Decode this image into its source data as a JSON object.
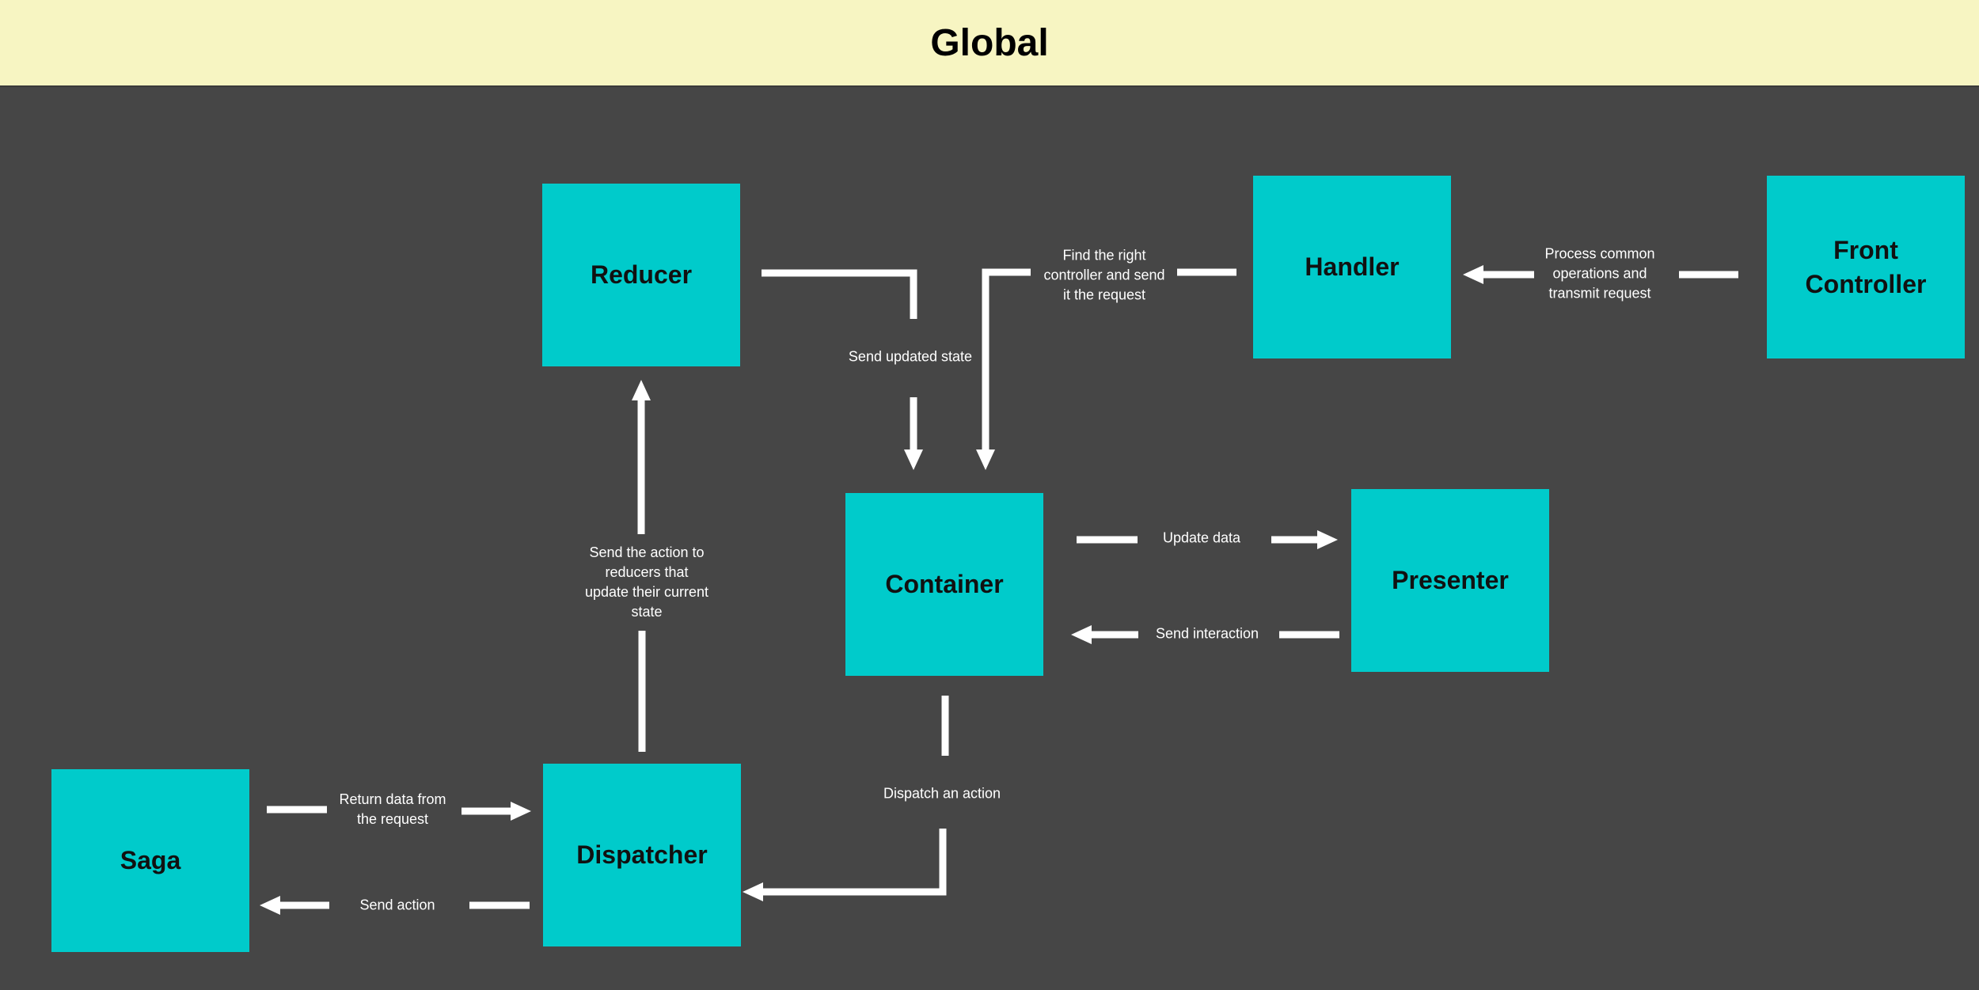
{
  "header": {
    "title": "Global"
  },
  "colors": {
    "background": "#464646",
    "header_background": "#f7f5c2",
    "node_fill": "#00cbcb",
    "node_text": "#111111",
    "arrow": "#ffffff",
    "label_text": "#ffffff"
  },
  "nodes": {
    "reducer": "Reducer",
    "handler": "Handler",
    "front_controller": [
      "Front",
      "Controller"
    ],
    "container": "Container",
    "presenter": "Presenter",
    "saga": "Saga",
    "dispatcher": "Dispatcher"
  },
  "edge_labels": {
    "front_to_handler": "Process common\noperations and\ntransmit request",
    "handler_to_container": "Find the right\ncontroller and send\nit the request",
    "reducer_to_container": "Send updated state",
    "dispatcher_to_reducer": "Send the action to\nreducers that\nupdate their current\nstate",
    "container_to_presenter": "Update data",
    "presenter_to_container": "Send interaction",
    "container_to_dispatcher": "Dispatch an action",
    "saga_to_dispatcher": "Return data from\nthe request",
    "dispatcher_to_saga": "Send action"
  }
}
